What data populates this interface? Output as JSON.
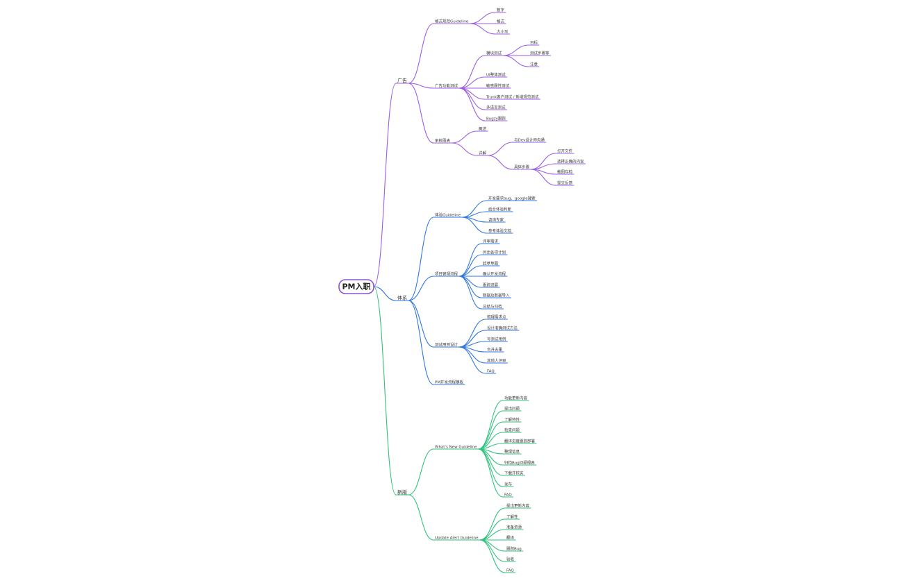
{
  "colors": {
    "purple": "#9b5de5",
    "blue": "#2f76e0",
    "green": "#2ec27e",
    "root_border": "#8e52d6"
  },
  "root": {
    "label": "PM入职"
  },
  "branches": [
    {
      "label": "广告",
      "color": "purple",
      "children": [
        {
          "label": "格式规范Guideline",
          "children": [
            {
              "label": "数字"
            },
            {
              "label": "格式"
            },
            {
              "label": "大小写"
            }
          ]
        },
        {
          "label": "广告功能测试",
          "children": [
            {
              "label": "模块测试",
              "children": [
                {
                  "label": "目标"
                },
                {
                  "label": "测试步骤等"
                },
                {
                  "label": "注意"
                }
              ]
            },
            {
              "label": "UI整体测试"
            },
            {
              "label": "敏感属性测试"
            },
            {
              "label": "Trunk客户测试 / 新增规范测试"
            },
            {
              "label": "多语言测试"
            },
            {
              "label": "Bugzy跟踪"
            }
          ]
        },
        {
          "label": "审核图表",
          "children": [
            {
              "label": "概述"
            },
            {
              "label": "详解",
              "children": [
                {
                  "label": "与Dev设计师沟通"
                },
                {
                  "label": "具体步骤",
                  "children": [
                    {
                      "label": "打开文件"
                    },
                    {
                      "label": "选择正确的内容"
                    },
                    {
                      "label": "截图存档"
                    },
                    {
                      "label": "提交反馈"
                    }
                  ]
                }
              ]
            }
          ]
        }
      ]
    },
    {
      "label": "体系",
      "color": "blue",
      "children": [
        {
          "label": "体验Guideline",
          "children": [
            {
              "label": "开发要求bug、google搜索"
            },
            {
              "label": "结合体验判断"
            },
            {
              "label": "咨询专家"
            },
            {
              "label": "参考体验文档"
            }
          ]
        },
        {
          "label": "项目管理流程",
          "children": [
            {
              "label": "评审需求"
            },
            {
              "label": "列出各项计划"
            },
            {
              "label": "起草草图"
            },
            {
              "label": "确认开发流程"
            },
            {
              "label": "跟踪进展"
            },
            {
              "label": "数据及数据导入"
            },
            {
              "label": "总结与归档"
            }
          ]
        },
        {
          "label": "测试用例设计",
          "children": [
            {
              "label": "梳理需求点"
            },
            {
              "label": "设计准确测试方法"
            },
            {
              "label": "写测试用例"
            },
            {
              "label": "合并去重"
            },
            {
              "label": "其他人评审"
            },
            {
              "label": "FAQ"
            }
          ]
        },
        {
          "label": "PM开发流程模板"
        }
      ]
    },
    {
      "label": "新版",
      "color": "green",
      "children": [
        {
          "label": "What's New Guideline",
          "children": [
            {
              "label": "功能更新内容"
            },
            {
              "label": "提出问题"
            },
            {
              "label": "了解特性"
            },
            {
              "label": "检查问题"
            },
            {
              "label": "翻译进度跟踪部署"
            },
            {
              "label": "整理信息"
            },
            {
              "label": "归档Bug问题报表"
            },
            {
              "label": "下载并核实"
            },
            {
              "label": "发布"
            },
            {
              "label": "FAQ"
            }
          ]
        },
        {
          "label": "Update Alert Guideline",
          "children": [
            {
              "label": "提出更新内容"
            },
            {
              "label": "了解性"
            },
            {
              "label": "准备资源"
            },
            {
              "label": "翻译"
            },
            {
              "label": "跟踪Bug"
            },
            {
              "label": "验收"
            },
            {
              "label": "FAQ"
            }
          ]
        }
      ]
    }
  ]
}
